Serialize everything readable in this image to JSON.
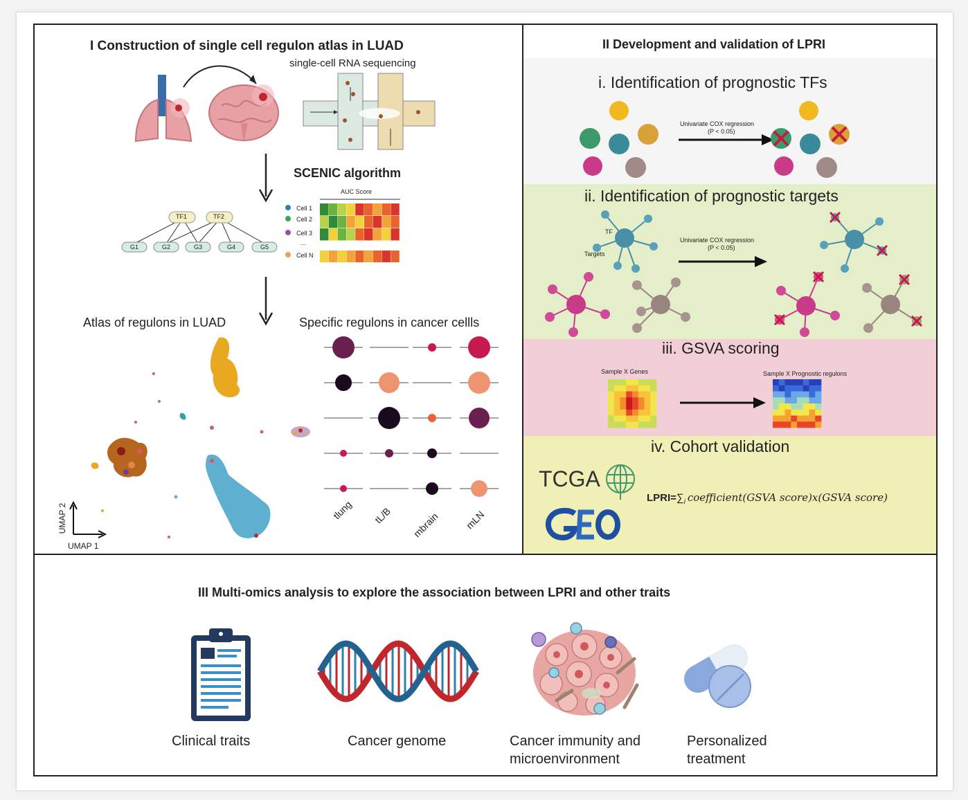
{
  "panel1": {
    "title": "I Construction of single cell regulon atlas in LUAD",
    "scrna_label": "single-cell RNA sequencing",
    "scenic_label": "SCENIC algorithm",
    "tf_nodes": [
      "TF1",
      "TF2"
    ],
    "gene_nodes": [
      "G1",
      "G2",
      "G3",
      "G4",
      "G5"
    ],
    "auc_label": "AUC Score",
    "cell_labels": [
      "Cell 1",
      "Cell 2",
      "Cell 3",
      "...",
      "Cell N"
    ],
    "atlas_label": "Atlas of regulons in LUAD",
    "specific_label": "Specific regulons in cancer cellls",
    "umap_x": "UMAP 1",
    "umap_y": "UMAP 2",
    "dot_categories": [
      "tlung",
      "tL/B",
      "mbrain",
      "mLN"
    ]
  },
  "panel2": {
    "title": "II Development and validation of LPRI",
    "step1": "i. Identification of prognostic TFs",
    "step2": "ii. Identification of prognostic targets",
    "step3": "iii. GSVA scoring",
    "step4": "iv. Cohort validation",
    "cox_label": "Univariate COX regression",
    "cox_p": "(P < 0.05)",
    "tf_label": "TF",
    "targets_label": "Targets",
    "sample_genes": "Sample X Genes",
    "sample_regulons": "Sample X Prognostic regulons",
    "tcga": "TCGA",
    "geo": "GEO",
    "formula_prefix": "LPRI=",
    "formula_sum": "∑",
    "formula_sub": "i",
    "formula_body": "coefficient(GSVA score)x(GSVA score)"
  },
  "panel3": {
    "title": "III Multi-omics analysis to explore the association between LPRI and other traits",
    "item1": "Clinical traits",
    "item2": "Cancer genome",
    "item3_line1": "Cancer immunity and",
    "item3_line2": "microenvironment",
    "item4_line1": "Personalized",
    "item4_line2": "treatment"
  },
  "colors": {
    "band1": "#f5f5f5",
    "band2": "#e4eec8",
    "band3": "#f2cfd6",
    "band4": "#f0efb6",
    "cross": "#c8193c",
    "dna_red": "#c0272d",
    "dna_blue": "#2e7fb0",
    "geo_blue": "#1e4fa0"
  }
}
